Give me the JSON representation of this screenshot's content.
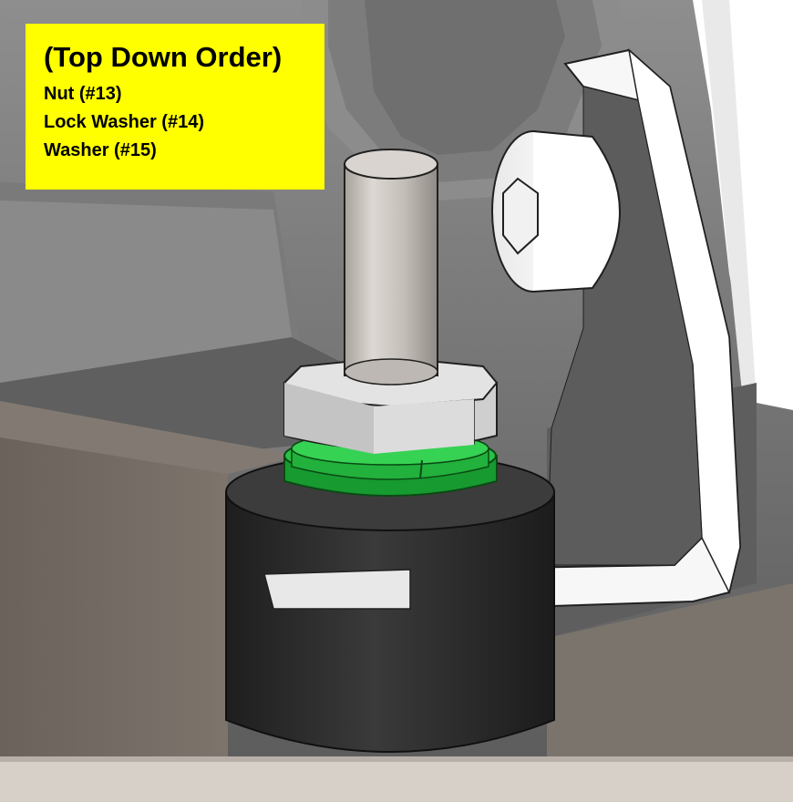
{
  "callout": {
    "title": "(Top Down Order)",
    "items": [
      "Nut (#13)",
      "Lock Washer (#14)",
      "Washer (#15)"
    ],
    "background": "#ffff00"
  },
  "colors": {
    "washer": "#1fb43a",
    "bushing": "#2c2c2c",
    "nut": "#d8d8d8",
    "stud": "#c9c4bf",
    "bracket": "#f4f4f4",
    "housing": "#6e6e6e"
  }
}
